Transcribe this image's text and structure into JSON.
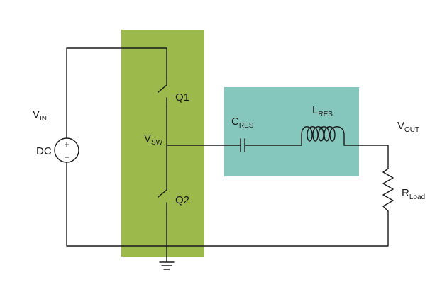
{
  "colors": {
    "half_bridge_block": "#9cba4c",
    "resonant_tank_block": "#86c7bd",
    "wire": "#1a1a1a",
    "background": "#ffffff"
  },
  "labels": {
    "vin_main": "V",
    "vin_sub": "IN",
    "dc": "DC",
    "source_plus": "+",
    "source_minus": "−",
    "q1": "Q1",
    "q2": "Q2",
    "vsw_main": "V",
    "vsw_sub": "SW",
    "cres_main": "C",
    "cres_sub": "RES",
    "lres_main": "L",
    "lres_sub": "RES",
    "vout_main": "V",
    "vout_sub": "OUT",
    "rload_main": "R",
    "rload_sub": "Load"
  }
}
